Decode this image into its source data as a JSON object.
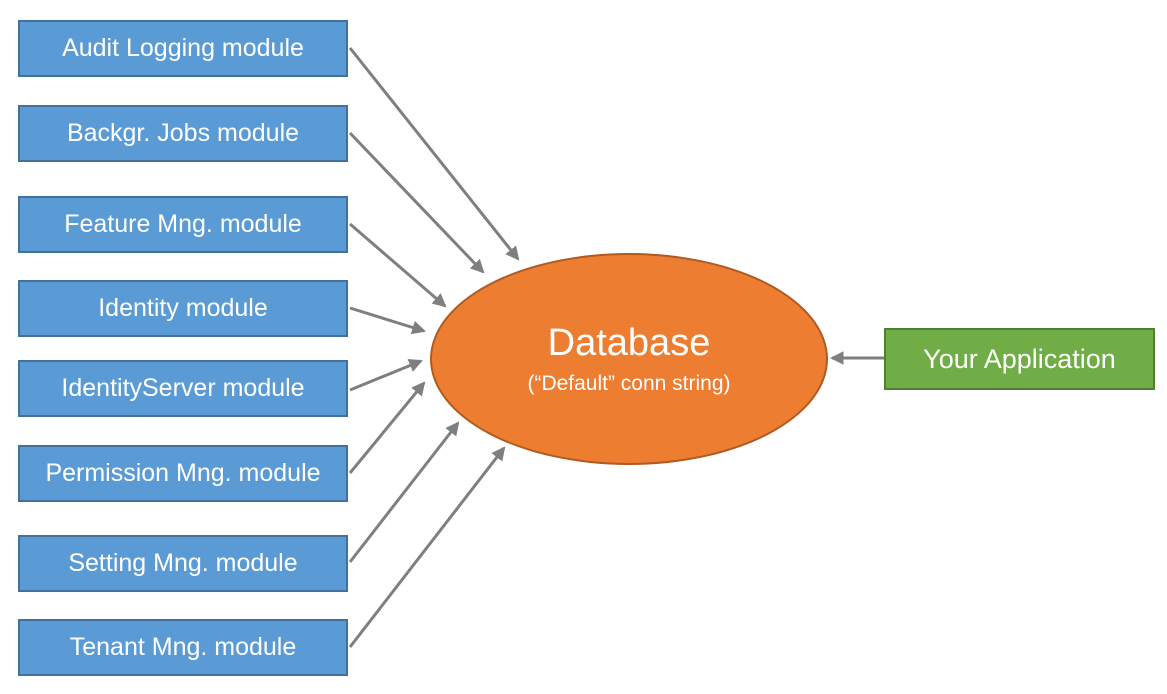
{
  "diagram": {
    "modules": [
      {
        "id": "audit-logging",
        "label": "Audit Logging module"
      },
      {
        "id": "background-jobs",
        "label": "Backgr. Jobs module"
      },
      {
        "id": "feature-mng",
        "label": "Feature Mng. module"
      },
      {
        "id": "identity",
        "label": "Identity module"
      },
      {
        "id": "identity-server",
        "label": "IdentityServer module"
      },
      {
        "id": "permission-mng",
        "label": "Permission Mng. module"
      },
      {
        "id": "setting-mng",
        "label": "Setting Mng. module"
      },
      {
        "id": "tenant-mng",
        "label": "Tenant Mng. module"
      }
    ],
    "database": {
      "title": "Database",
      "subtitle": "(“Default” conn string)"
    },
    "application": {
      "label": "Your Application"
    },
    "edges": [
      {
        "from": "audit-logging",
        "to": "database"
      },
      {
        "from": "background-jobs",
        "to": "database"
      },
      {
        "from": "feature-mng",
        "to": "database"
      },
      {
        "from": "identity",
        "to": "database"
      },
      {
        "from": "identity-server",
        "to": "database"
      },
      {
        "from": "permission-mng",
        "to": "database"
      },
      {
        "from": "setting-mng",
        "to": "database"
      },
      {
        "from": "tenant-mng",
        "to": "database"
      },
      {
        "from": "your-application",
        "to": "database"
      }
    ]
  },
  "colors": {
    "module_fill": "#5B9BD5",
    "module_border": "#41719C",
    "database_fill": "#ED7D31",
    "database_border": "#AE5A21",
    "application_fill": "#70AD47",
    "application_border": "#507E32",
    "arrow_color": "#7F7F7F"
  }
}
